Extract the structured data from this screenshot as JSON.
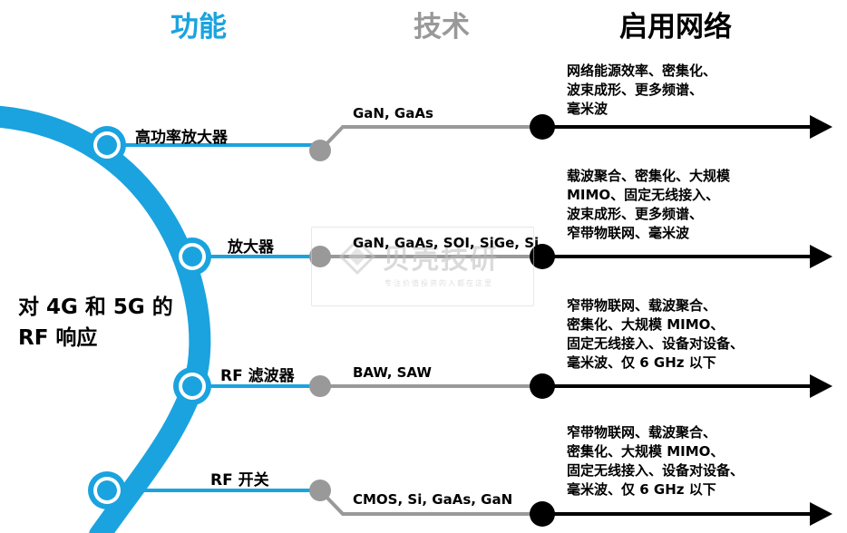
{
  "headers": {
    "function": "功能",
    "technology": "技术",
    "networks": "启用网络"
  },
  "colors": {
    "accent": "#1aa3df",
    "tech": "#999999",
    "network": "#000000"
  },
  "central_label": {
    "line1": "对 4G 和 5G 的",
    "line2": "RF 响应"
  },
  "rows": [
    {
      "function": "高功率放大器",
      "tech": "GaN, GaAs",
      "networks": [
        "网络能源效率、密集化、",
        "波束成形、更多频谱、",
        "毫米波"
      ]
    },
    {
      "function": "放大器",
      "tech": "GaN, GaAs, SOI, SiGe, Si",
      "networks": [
        "载波聚合、密集化、大规模",
        "MIMO、固定无线接入、",
        "波束成形、更多频谱、",
        "窄带物联网、毫米波"
      ]
    },
    {
      "function": "RF 滤波器",
      "tech": "BAW, SAW",
      "networks": [
        "窄带物联网、载波聚合、",
        "密集化、大规模 MIMO、",
        "固定无线接入、设备对设备、",
        "毫米波、仅 6 GHz 以下"
      ]
    },
    {
      "function": "RF 开关",
      "tech": "CMOS, Si, GaAs, GaN",
      "networks": [
        "窄带物联网、载波聚合、",
        "密集化、大规模 MIMO、",
        "固定无线接入、设备对设备、",
        "毫米波、仅 6 GHz 以下"
      ]
    }
  ],
  "watermark": {
    "title": "贝壳技研",
    "subtitle": "专注价值投资的入都在这里"
  }
}
